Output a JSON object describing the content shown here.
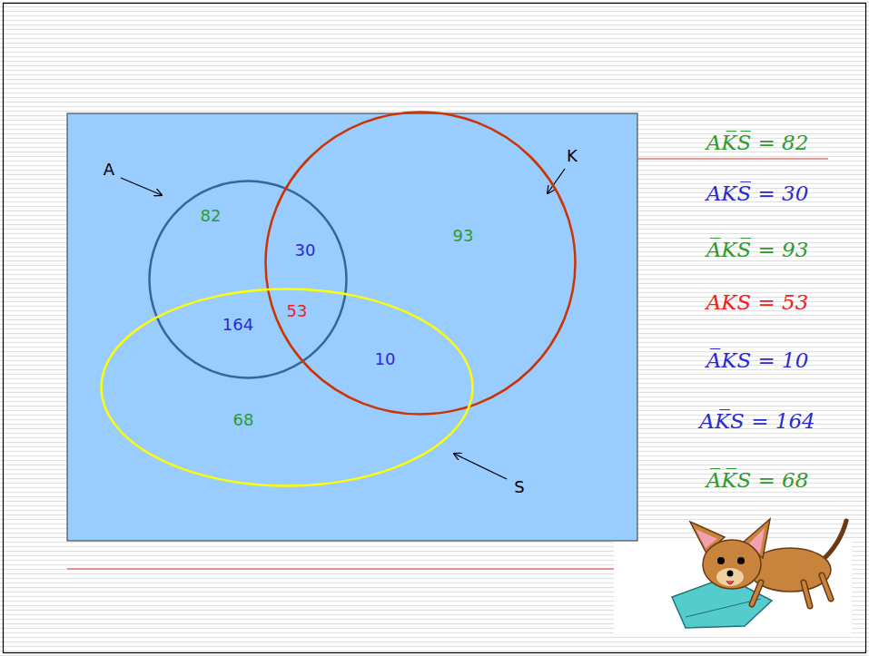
{
  "diagram": {
    "nodes": [
      {
        "text": [
          "A"
        ]
      },
      {
        "text": [
          "K"
        ]
      },
      {
        "text": [
          "S"
        ]
      }
    ],
    "labels": [
      "82",
      "30",
      "93",
      "53",
      "164",
      "10",
      "68",
      "AK̅S̅ = 82",
      "AKS̅ = 30",
      "A̅KS̅ = 93",
      "AKS = 53",
      "A̅KS = 10",
      "AK̅S = 164",
      "A̅K̅S = 68"
    ]
  }
}
